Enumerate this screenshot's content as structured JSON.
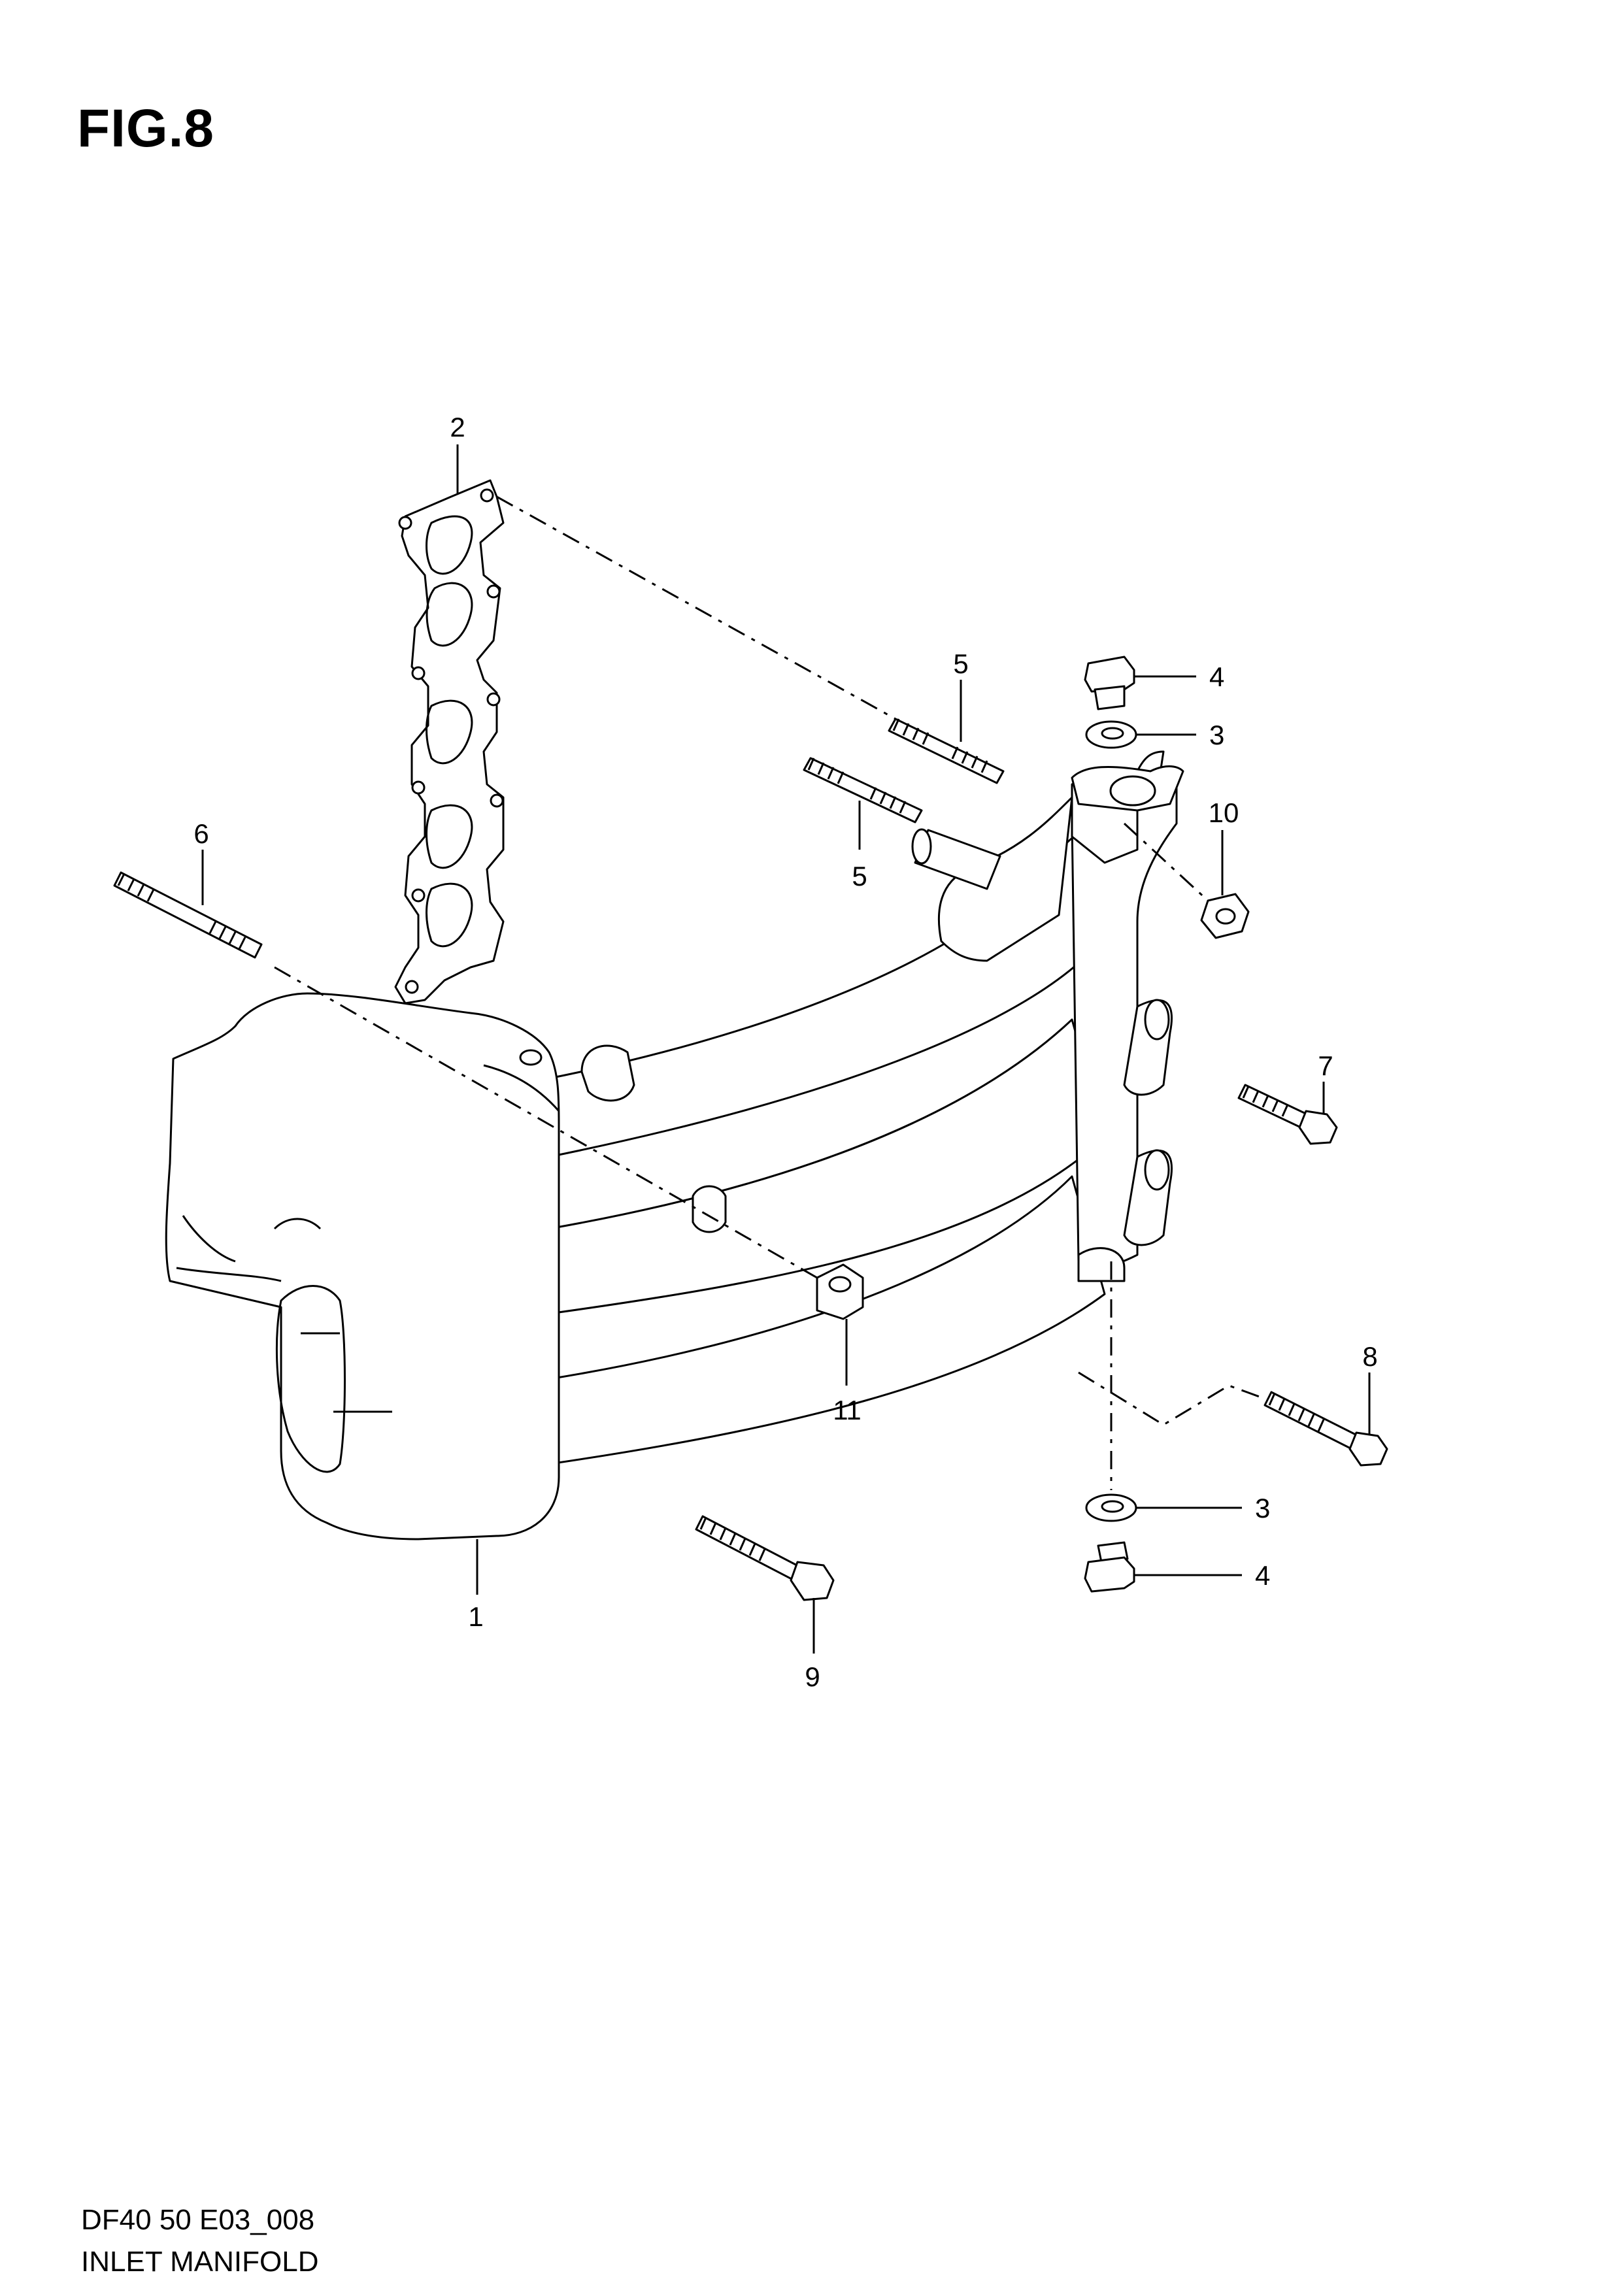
{
  "figure": {
    "title": "FIG.8"
  },
  "footer": {
    "code": "DF40 50 E03_008",
    "name": "INLET MANIFOLD"
  },
  "callouts": [
    "1",
    "2",
    "3",
    "3",
    "4",
    "4",
    "5",
    "5",
    "6",
    "7",
    "8",
    "9",
    "10",
    "11"
  ]
}
